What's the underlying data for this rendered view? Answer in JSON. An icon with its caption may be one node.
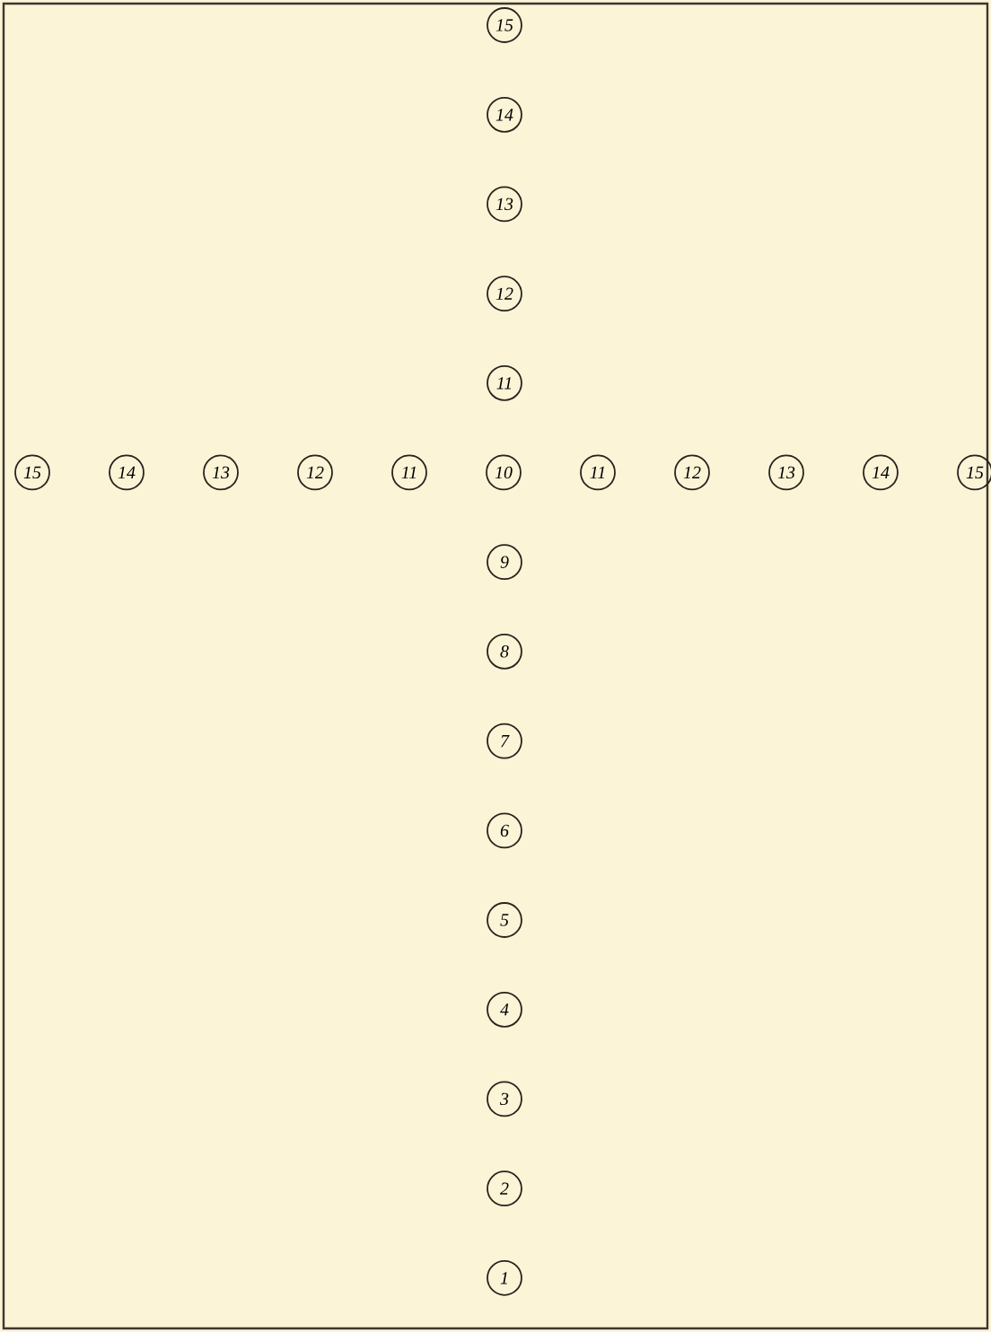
{
  "diagram": {
    "nodes": [
      {
        "text": [
          "15"
        ]
      },
      {
        "text": [
          "14"
        ]
      },
      {
        "text": [
          "13"
        ]
      },
      {
        "text": [
          "12"
        ]
      },
      {
        "text": [
          "11"
        ]
      },
      {
        "text": [
          "15"
        ]
      },
      {
        "text": [
          "14"
        ]
      },
      {
        "text": [
          "13"
        ]
      },
      {
        "text": [
          "12"
        ]
      },
      {
        "text": [
          "11"
        ]
      },
      {
        "text": [
          "10"
        ]
      },
      {
        "text": [
          "11"
        ]
      },
      {
        "text": [
          "12"
        ]
      },
      {
        "text": [
          "13"
        ]
      },
      {
        "text": [
          "14"
        ]
      },
      {
        "text": [
          "15"
        ]
      },
      {
        "text": [
          "9"
        ]
      },
      {
        "text": [
          "8"
        ]
      },
      {
        "text": [
          "7"
        ]
      },
      {
        "text": [
          "6"
        ]
      },
      {
        "text": [
          "5"
        ]
      },
      {
        "text": [
          "4"
        ]
      },
      {
        "text": [
          "3"
        ]
      },
      {
        "text": [
          "2"
        ]
      },
      {
        "text": [
          "1"
        ]
      }
    ]
  }
}
